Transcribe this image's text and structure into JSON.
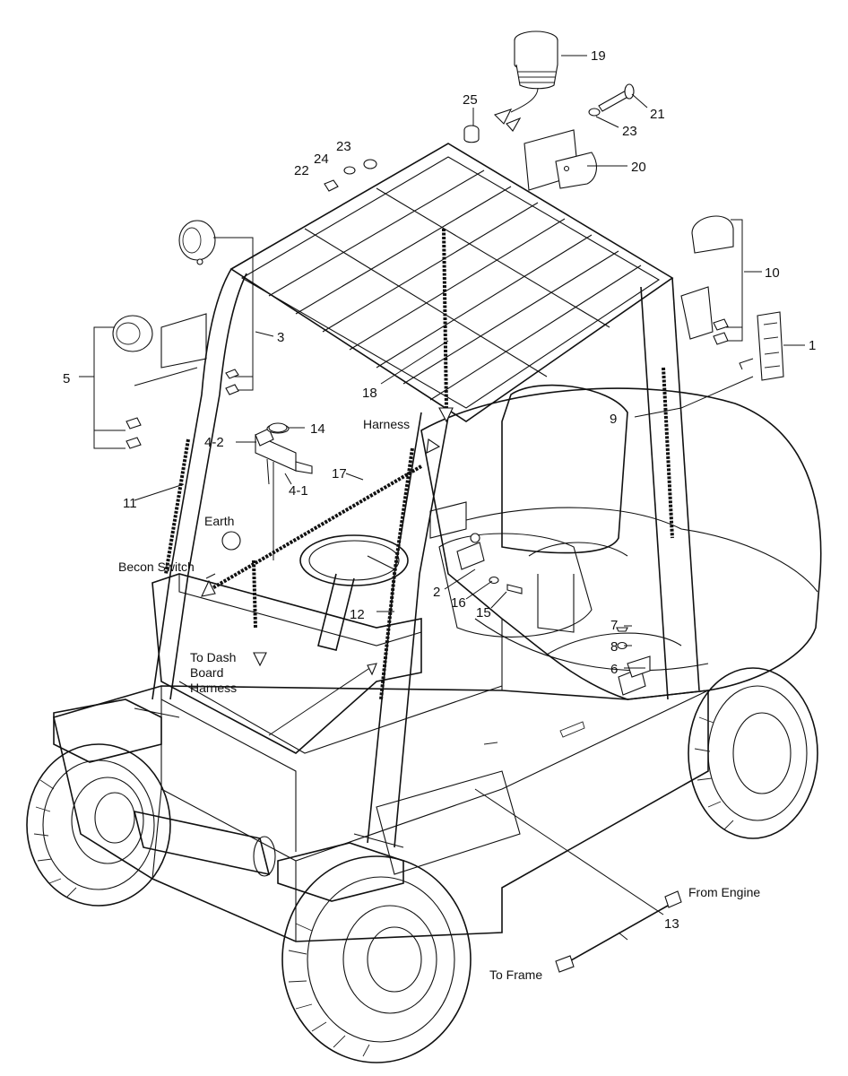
{
  "parts": [
    {
      "id": "1",
      "label": "1"
    },
    {
      "id": "2",
      "label": "2"
    },
    {
      "id": "3",
      "label": "3"
    },
    {
      "id": "4-1",
      "label": "4-1"
    },
    {
      "id": "4-2",
      "label": "4-2"
    },
    {
      "id": "5",
      "label": "5"
    },
    {
      "id": "6",
      "label": "6"
    },
    {
      "id": "7",
      "label": "7"
    },
    {
      "id": "8",
      "label": "8"
    },
    {
      "id": "9",
      "label": "9"
    },
    {
      "id": "10",
      "label": "10"
    },
    {
      "id": "11",
      "label": "11"
    },
    {
      "id": "12",
      "label": "12"
    },
    {
      "id": "13",
      "label": "13"
    },
    {
      "id": "14",
      "label": "14"
    },
    {
      "id": "15",
      "label": "15"
    },
    {
      "id": "16",
      "label": "16"
    },
    {
      "id": "17",
      "label": "17"
    },
    {
      "id": "18",
      "label": "18"
    },
    {
      "id": "19",
      "label": "19"
    },
    {
      "id": "20",
      "label": "20"
    },
    {
      "id": "21",
      "label": "21"
    },
    {
      "id": "22",
      "label": "22"
    },
    {
      "id": "23a",
      "label": "23"
    },
    {
      "id": "23b",
      "label": "23"
    },
    {
      "id": "24",
      "label": "24"
    },
    {
      "id": "25",
      "label": "25"
    }
  ],
  "annotations": {
    "harness": "Harness",
    "earth": "Earth",
    "becon_switch": "Becon Switch",
    "to_dash_1": "To Dash",
    "to_dash_2": "Board",
    "to_dash_3": "Harness",
    "from_engine": "From Engine",
    "to_frame": "To Frame"
  }
}
